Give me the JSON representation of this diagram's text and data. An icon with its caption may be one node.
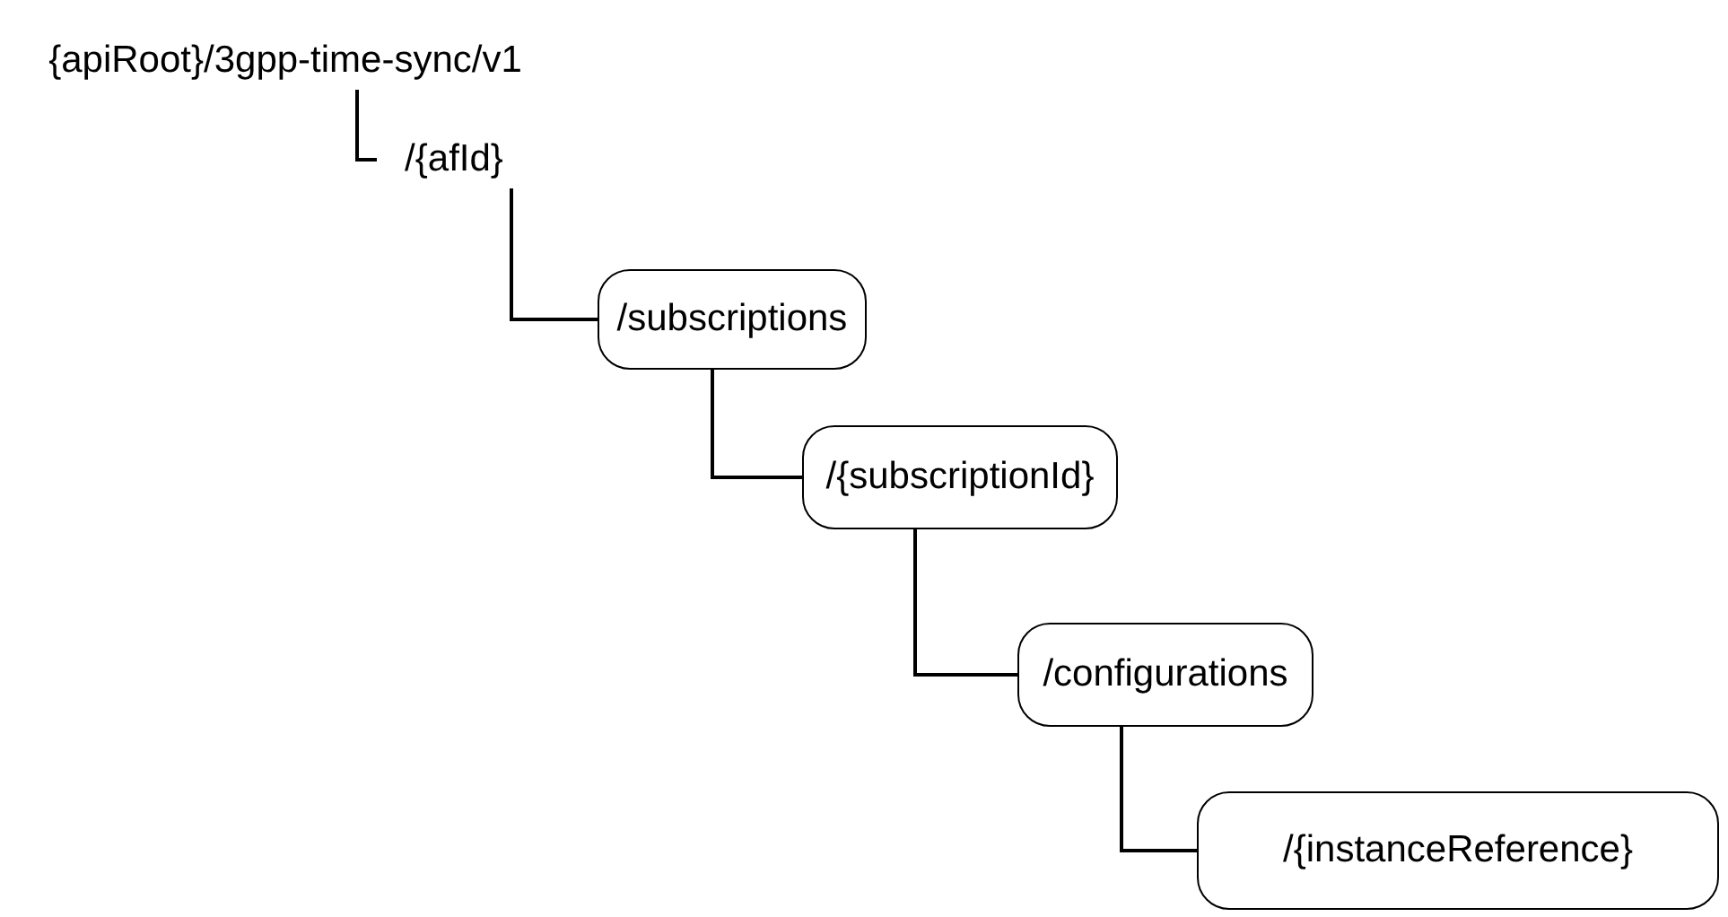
{
  "diagram": {
    "nodes": [
      {
        "text": [
          "{apiRoot}/3gpp-time-sync/v1"
        ]
      },
      {
        "text": [
          "/{afId}"
        ]
      },
      {
        "text": [
          "/subscriptions"
        ]
      },
      {
        "text": [
          "/{subscriptionId}"
        ]
      },
      {
        "text": [
          "/configurations"
        ]
      },
      {
        "text": [
          "/{instanceReference}"
        ]
      }
    ],
    "edges": [
      {
        "from": 0,
        "to": 1,
        "arrow": "none"
      },
      {
        "from": 1,
        "to": 2,
        "arrow": "none"
      },
      {
        "from": 2,
        "to": 3,
        "arrow": "none"
      },
      {
        "from": 3,
        "to": 4,
        "arrow": "none"
      },
      {
        "from": 4,
        "to": 5,
        "arrow": "none"
      }
    ]
  }
}
